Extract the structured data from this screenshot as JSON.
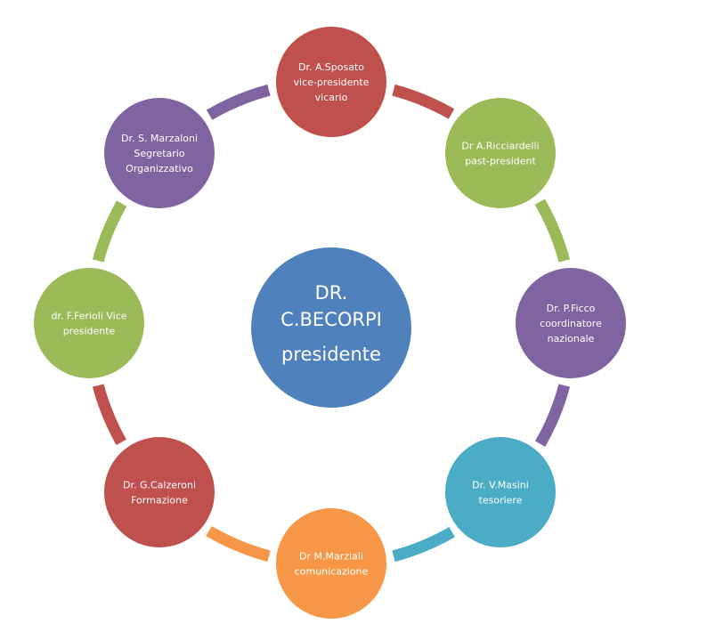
{
  "center": {
    "lines": [
      "DR.",
      "C.BECORPI",
      "presidente"
    ],
    "color": "#4f81bd"
  },
  "nodes": [
    {
      "id": "sposato",
      "lines": [
        "Dr. A.Sposato",
        "vice-presidente",
        "vicario"
      ],
      "color": "#c0504d"
    },
    {
      "id": "ricciardelli",
      "lines": [
        "Dr A.Ricciardelli",
        "past-president"
      ],
      "color": "#9bbb59"
    },
    {
      "id": "ficco",
      "lines": [
        "Dr. P.Ficco",
        "coordinatore",
        "nazionale"
      ],
      "color": "#8064a2"
    },
    {
      "id": "masini",
      "lines": [
        "Dr. V.Masini",
        "tesoriere"
      ],
      "color": "#4bacc6"
    },
    {
      "id": "marziali",
      "lines": [
        "Dr M.Marziali",
        "comunicazione"
      ],
      "color": "#f79646"
    },
    {
      "id": "calzeroni",
      "lines": [
        "Dr. G.Calzeroni",
        "Formazione"
      ],
      "color": "#c0504d"
    },
    {
      "id": "ferioli",
      "lines": [
        "dr. F.Ferioli Vice",
        "presidente"
      ],
      "color": "#9bbb59"
    },
    {
      "id": "marzaloni",
      "lines": [
        "Dr. S. Marzaloni",
        "Segretario",
        "Organizzativo"
      ],
      "color": "#8064a2"
    }
  ],
  "connectors": [
    {
      "color": "#c0504d"
    },
    {
      "color": "#9bbb59"
    },
    {
      "color": "#8064a2"
    },
    {
      "color": "#4bacc6"
    },
    {
      "color": "#f79646"
    },
    {
      "color": "#c0504d"
    },
    {
      "color": "#9bbb59"
    },
    {
      "color": "#8064a2"
    }
  ]
}
